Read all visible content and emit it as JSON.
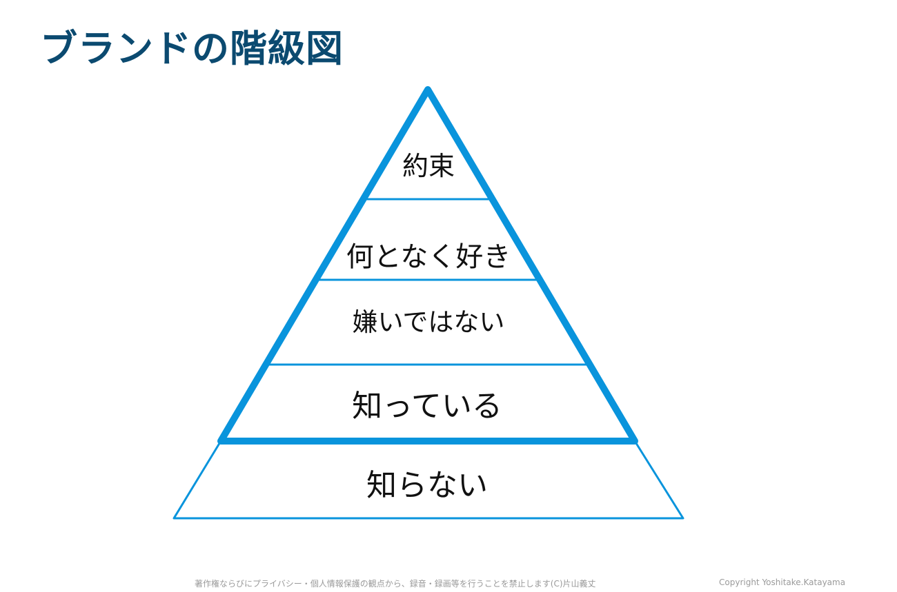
{
  "title": "ブランドの階級図",
  "levels": [
    "約束",
    "何となく好き",
    "嫌いではない",
    "知っている",
    "知らない"
  ],
  "colors": {
    "title": "#0b4a70",
    "pyramid": "#0994dc"
  },
  "footer": {
    "notice": "著作権ならびにプライバシー・個人情報保護の観点から、録音・録画等を行うことを禁止します(C)片山義丈",
    "copyright": "Copyright Yoshitake.Katayama"
  }
}
